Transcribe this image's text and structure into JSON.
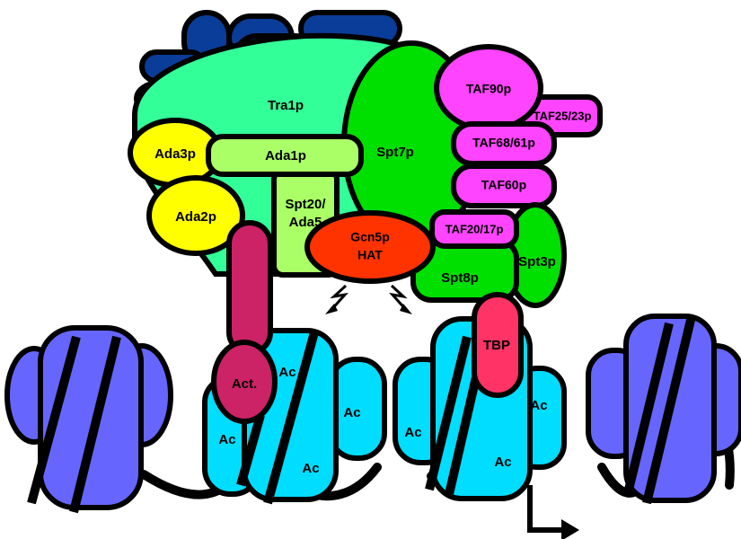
{
  "colors": {
    "tra1p": "#33ff99",
    "spt7p": "#00e000",
    "taf": "#ff44ff",
    "ada_yellow": "#ffff00",
    "ada1p": "#aaff66",
    "gcn5p": "#ff3300",
    "activator": "#cc2266",
    "tbp": "#ff3366",
    "topcap": "#0a3d99",
    "nucleosome_acetylated": "#00ddff",
    "nucleosome_plain": "#6666ff",
    "dna": "#000000"
  },
  "labels": {
    "tra1p": "Tra1p",
    "spt7p": "Spt7p",
    "taf90p": "TAF90p",
    "taf25_23p": "TAF25/23p",
    "taf68_61p": "TAF68/61p",
    "taf60p": "TAF60p",
    "taf20_17p": "TAF20/17p",
    "ada3p": "Ada3p",
    "ada1p": "Ada1p",
    "ada2p": "Ada2p",
    "spt20_line1": "Spt20/",
    "spt20_line2": "Ada5",
    "gcn5p_line1": "Gcn5p",
    "gcn5p_line2": "HAT",
    "spt8p": "Spt8p",
    "spt3p": "Spt3p",
    "activator": "Act.",
    "tbp": "TBP",
    "acetyl": "Ac"
  }
}
